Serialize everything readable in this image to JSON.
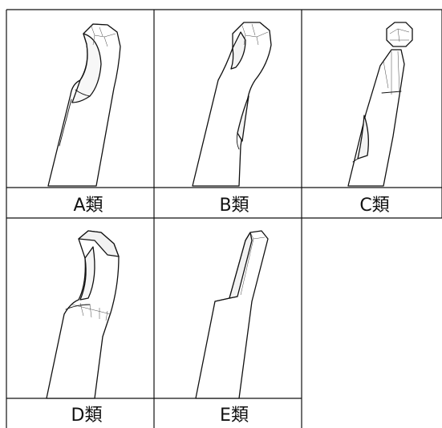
{
  "figure": {
    "cells": [
      {
        "id": "a",
        "label": "A類",
        "icon": "curved-boring-tool-icon"
      },
      {
        "id": "b",
        "label": "B類",
        "icon": "s-curve-boring-tool-icon"
      },
      {
        "id": "c",
        "label": "C類",
        "icon": "ball-tip-tool-icon"
      },
      {
        "id": "d",
        "label": "D類",
        "icon": "hooked-boring-tool-icon"
      },
      {
        "id": "e",
        "label": "E類",
        "icon": "straight-stepped-tool-icon"
      }
    ]
  }
}
